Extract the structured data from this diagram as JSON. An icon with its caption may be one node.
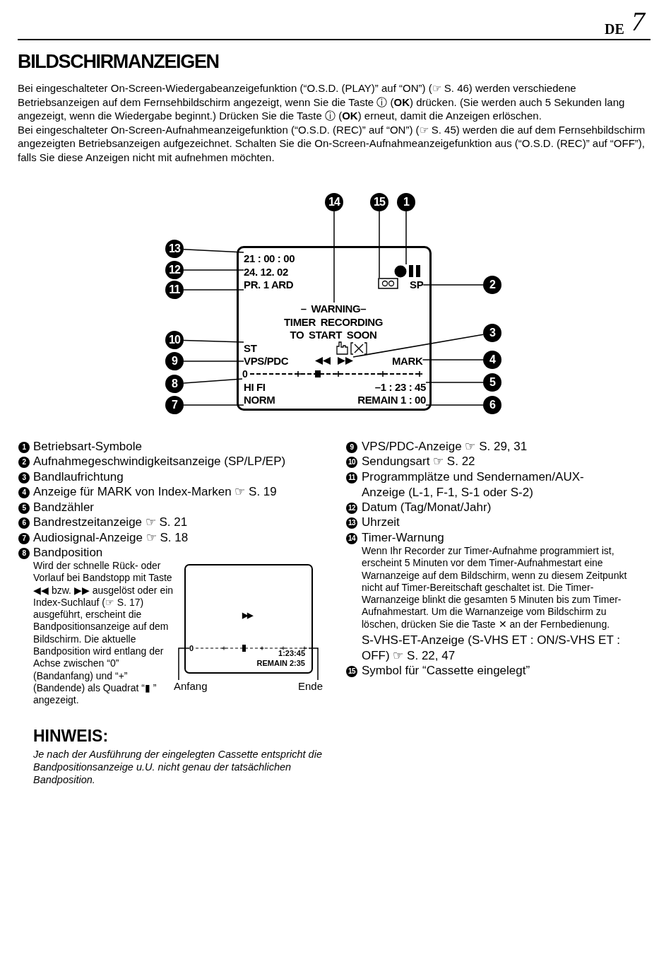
{
  "diagram": {
    "title": "BILDSCHIRMANZEIGEN",
    "nodes": [
      {
        "text": [],
        "shape": "box"
      },
      {
        "text": [
          "21 : 00 : 00"
        ],
        "in": 0
      },
      {
        "text": [
          "24. 12. 02"
        ],
        "in": 0
      },
      {
        "text": [
          "PR. 1 ARD"
        ],
        "in": 0
      },
      {
        "text": [],
        "shape": "symbol",
        "in": 0
      },
      {
        "text": [],
        "shape": "symbol",
        "in": 0
      },
      {
        "text": [
          "SP"
        ],
        "in": 0
      },
      {
        "text": [
          "– WARNING–",
          "TIMER RECORDING TO START SOON"
        ],
        "in": 0
      },
      {
        "text": [
          "ST"
        ],
        "in": 0
      },
      {
        "text": [
          "VPS/PDC"
        ],
        "in": 0
      },
      {
        "text": [],
        "shape": "symbol",
        "in": 0
      },
      {
        "text": [
          "MARK"
        ],
        "in": 0
      },
      {
        "text": [
          "0"
        ],
        "in": 0
      },
      {
        "text": [
          "HI FI",
          "NORM"
        ],
        "in": 0
      },
      {
        "text": [
          "–1 : 23 : 45"
        ],
        "in": 0
      },
      {
        "text": [
          "REMAIN 1 : 00"
        ],
        "in": 0
      },
      {
        "text": [
          "14"
        ]
      },
      {
        "text": [
          "15"
        ]
      },
      {
        "text": [
          "1"
        ]
      },
      {
        "text": [
          "13"
        ]
      },
      {
        "text": [
          "12"
        ]
      },
      {
        "text": [
          "2"
        ]
      },
      {
        "text": [
          "11"
        ]
      },
      {
        "text": [
          "3"
        ]
      },
      {
        "text": [
          "10"
        ]
      },
      {
        "text": [
          "4"
        ]
      },
      {
        "text": [
          "9"
        ]
      },
      {
        "text": [
          "5"
        ]
      },
      {
        "text": [
          "8"
        ]
      },
      {
        "text": [
          "6"
        ]
      },
      {
        "text": [
          "7"
        ]
      },
      {
        "text": [],
        "shape": "box"
      },
      {
        "text": [
          "0"
        ],
        "in": 31
      },
      {
        "text": [
          "Anfang"
        ]
      },
      {
        "text": [
          "Ende"
        ]
      }
    ],
    "edges": [
      {
        "from": 16,
        "to": 7,
        "arrow": "none"
      },
      {
        "from": 17,
        "to": 5,
        "arrow": "none"
      },
      {
        "from": 18,
        "to": 4,
        "arrow": "none"
      },
      {
        "from": 19,
        "to": 1,
        "arrow": "none"
      },
      {
        "from": 20,
        "to": 2,
        "arrow": "none"
      },
      {
        "from": 21,
        "to": 6,
        "arrow": "none"
      },
      {
        "from": 22,
        "to": 3,
        "arrow": "none"
      },
      {
        "from": 23,
        "to": 10,
        "arrow": "none"
      },
      {
        "from": 24,
        "to": 8,
        "arrow": "none"
      },
      {
        "from": 25,
        "to": 11,
        "arrow": "none"
      },
      {
        "from": 26,
        "to": 9,
        "arrow": "none"
      },
      {
        "from": 27,
        "to": 14,
        "arrow": "none"
      },
      {
        "from": 28,
        "to": 12,
        "arrow": "none"
      },
      {
        "from": 29,
        "to": 15,
        "arrow": "none"
      },
      {
        "from": 30,
        "to": 13,
        "arrow": "none"
      },
      {
        "from": 33,
        "to": 32,
        "arrow": "none"
      },
      {
        "from": 34,
        "to": 32,
        "arrow": "none"
      }
    ],
    "labels": [
      "DE",
      "7",
      "Bei eingeschalteter On-Screen-Wiedergabeanzeigefunktion (“O.S.D. (PLAY)” auf “ON”) (☞ S. 46) werden verschiedene Betriebsanzeigen auf dem Fernsehbildschirm angezeigt, wenn Sie die Taste ⓘ (**OK**) drücken. (Sie werden auch 5 Sekunden lang angezeigt, wenn die Wiedergabe beginnt.) Drücken Sie die Taste ⓘ (**OK**) erneut, damit die Anzeigen erlöschen.",
      "Bei eingeschalteter On-Screen-Aufnahmeanzeigefunktion (“O.S.D. (REC)” auf “ON”) (☞ S. 45) werden die auf dem Fernsehbildschirm angezeigten Betriebsanzeigen aufgezeichnet. Schalten Sie die On-Screen-Aufnahmeanzeigefunktion aus (“O.S.D. (REC)” auf “OFF”), falls Sie diese Anzeigen nicht mit aufnehmen möchten.",
      "1",
      "Betriebsart-Symbole",
      "2",
      "Aufnahmegeschwindigkeitsanzeige (SP/LP/EP)",
      "3",
      "Bandlaufrichtung",
      "4",
      "Anzeige für MARK von Index-Marken ☞ S. 19",
      "5",
      "Bandzähler",
      "6",
      "Bandrestzeitanzeige ☞ S. 21",
      "7",
      "Audiosignal-Anzeige ☞ S. 18",
      "8",
      "Bandposition",
      "Wird der schnelle Rück- oder Vorlauf bei Bandstopp mit Taste ◀◀ bzw. ▶▶ ausgelöst oder ein Index-Suchlauf (☞ S. 17) ausgeführt, erscheint die Bandpositionsanzeige auf dem Bildschirm. Die aktuelle Bandposition wird entlang der Achse zwischen “0” (Bandanfang) und “+” (Bandende) als Quadrat “▮ ” angezeigt.",
      "▶▶",
      "1:23:45",
      "REMAIN 2:35",
      "HINWEIS:",
      "Je nach der Ausführung der eingelegten Cassette entspricht die Bandpositionsanzeige u.U. nicht genau der tatsächlichen Bandposition.",
      "9",
      "VPS/PDC-Anzeige ☞ S. 29, 31",
      "10",
      "Sendungsart ☞ S. 22",
      "11",
      "Programmplätze und Sendernamen/AUX-Anzeige (L-1, F-1, S-1 oder S-2)",
      "12",
      "Datum (Tag/Monat/Jahr)",
      "13",
      "Uhrzeit",
      "14",
      "Timer-Warnung",
      "Wenn Ihr Recorder zur Timer-Aufnahme programmiert ist, erscheint 5 Minuten vor dem Timer-Aufnahmestart eine Warnanzeige auf dem Bildschirm, wenn zu diesem Zeitpunkt nicht auf Timer-Bereitschaft geschaltet ist. Die Timer-Warnanzeige blinkt die gesamten 5 Minuten bis zum Timer-Aufnahmestart. Um die Warnanzeige vom Bildschirm zu löschen, drücken Sie die Taste ✕ an der Fernbedienung.",
      "S-VHS-ET-Anzeige (S-VHS ET : ON/S-VHS ET : OFF) ☞ S. 22, 47",
      "15",
      "Symbol für “Cassette eingelegt”"
    ]
  }
}
